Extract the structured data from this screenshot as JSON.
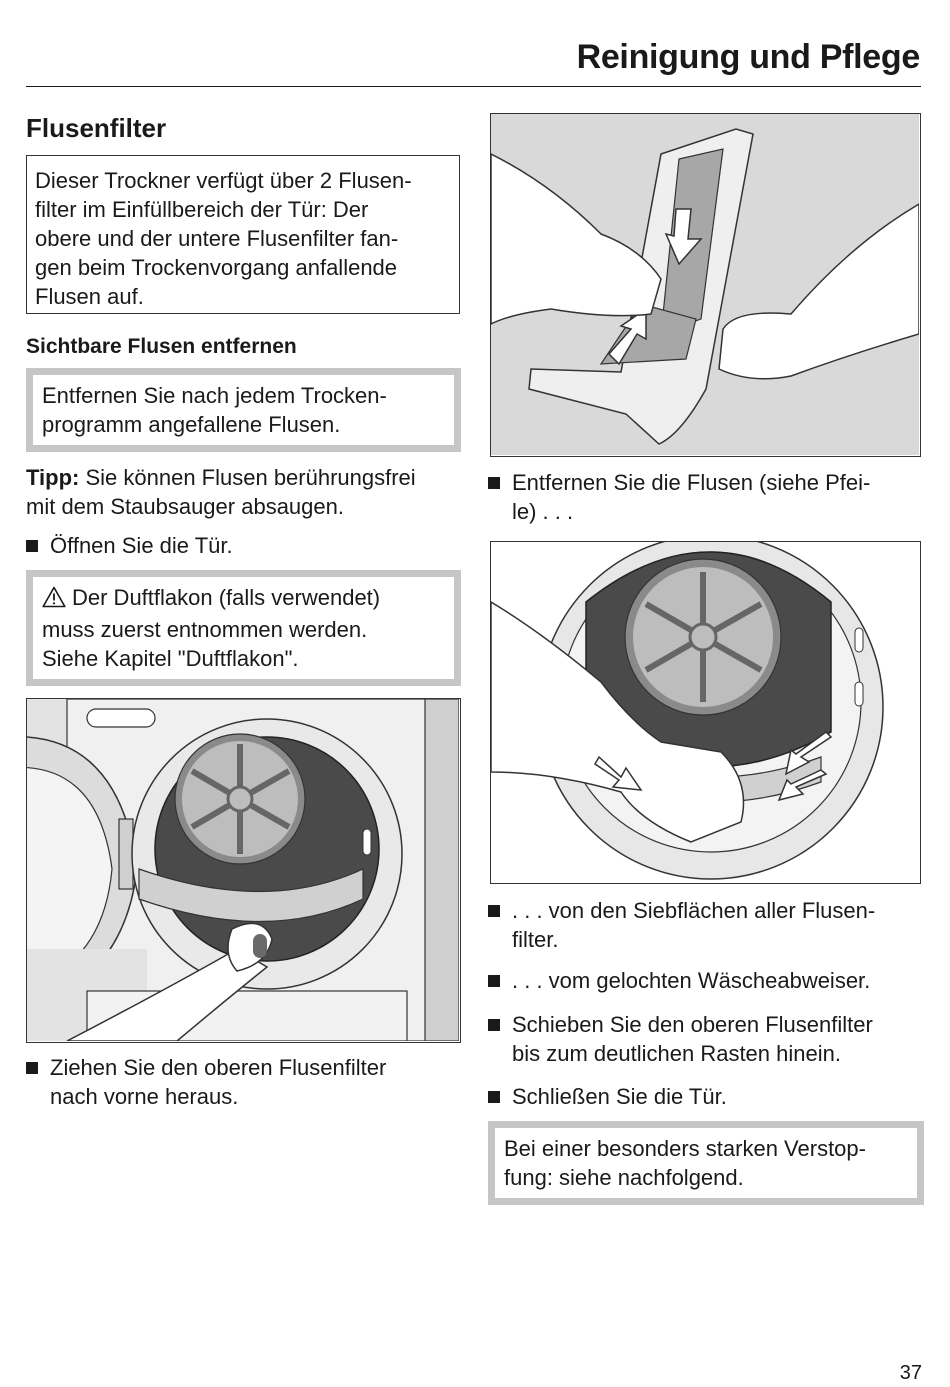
{
  "header": {
    "title": "Reinigung und Pflege"
  },
  "section": {
    "title": "Flusenfilter"
  },
  "intro_box": {
    "lines": [
      "Dieser Trockner verfügt über 2 Flusen-",
      "filter im Einfüllbereich der Tür: Der",
      "obere und der untere Flusenfilter fan-",
      "gen beim Trockenvorgang anfallende",
      "Flusen auf."
    ]
  },
  "subsection": {
    "title": "Sichtbare Flusen entfernen"
  },
  "instruction_box": {
    "lines": [
      "Entfernen Sie nach jedem Trocken-",
      "programm angefallene Flusen."
    ]
  },
  "tip": {
    "label": "Tipp:",
    "line1": " Sie können Flusen berührungsfrei",
    "line2": "mit dem Staubsauger absaugen."
  },
  "step_open_door": "Öffnen Sie die Tür.",
  "warning_box": {
    "icon": "warning-triangle-icon",
    "line1": "Der Duftflakon (falls verwendet)",
    "line2": "muss zuerst entnommen werden.",
    "line3": "Siehe Kapitel \"Duftflakon\"."
  },
  "step_pull_filter": {
    "line1": "Ziehen Sie den oberen Flusenfilter",
    "line2": "nach vorne heraus."
  },
  "step_remove_lint": {
    "line1": "Entfernen Sie die Flusen (siehe Pfei-",
    "line2": "le) . . ."
  },
  "step_sieve": {
    "line1": ". . . von den Siebflächen aller Flusen-",
    "line2": "filter."
  },
  "step_deflector": ". . . vom gelochten Wäscheabweiser.",
  "step_push": {
    "line1": "Schieben Sie den oberen Flusenfilter",
    "line2": "bis zum deutlichen Rasten hinein."
  },
  "step_close": "Schließen Sie die Tür.",
  "final_box": {
    "line1": "Bei einer besonders starken Verstop-",
    "line2": "fung: siehe nachfolgend."
  },
  "page_number": "37",
  "colors": {
    "text": "#1a1a1a",
    "box_border_grey": "#c6c6c6",
    "figure_grey": "#d9d9d9",
    "drum_dark": "#4a4a4a"
  }
}
